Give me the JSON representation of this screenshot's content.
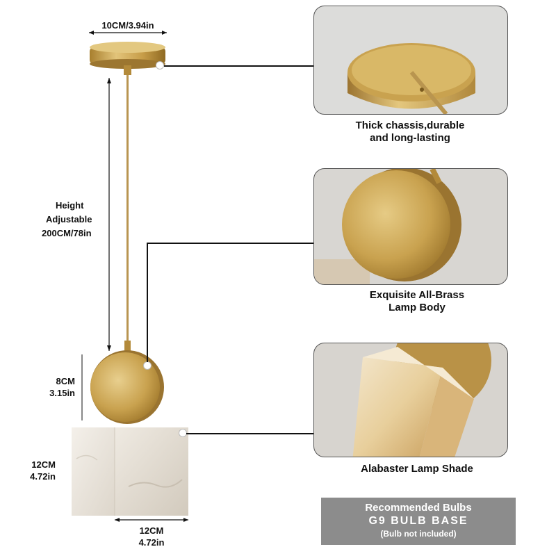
{
  "dimensions": {
    "canopy_width": "10CM/3.94in",
    "height_line1": "Height",
    "height_line2": "Adjustable",
    "height_line3": "200CM/78in",
    "body_h_cm": "8CM",
    "body_h_in": "3.15in",
    "shade_h_cm": "12CM",
    "shade_h_in": "4.72in",
    "shade_w_cm": "12CM",
    "shade_w_in": "4.72in"
  },
  "features": [
    {
      "line1": "Thick chassis,durable",
      "line2": "and long-lasting"
    },
    {
      "line1": "Exquisite All-Brass",
      "line2": "Lamp Body"
    },
    {
      "line1": "Alabaster Lamp Shade",
      "line2": ""
    }
  ],
  "bulb": {
    "title": "Recommended Bulbs",
    "base": "G9 BULB BASE",
    "note": "(Bulb not included)"
  },
  "colors": {
    "brass": "#c9a24f",
    "alabaster": "#ece6dd",
    "callout_box": "#8c8c8c"
  }
}
